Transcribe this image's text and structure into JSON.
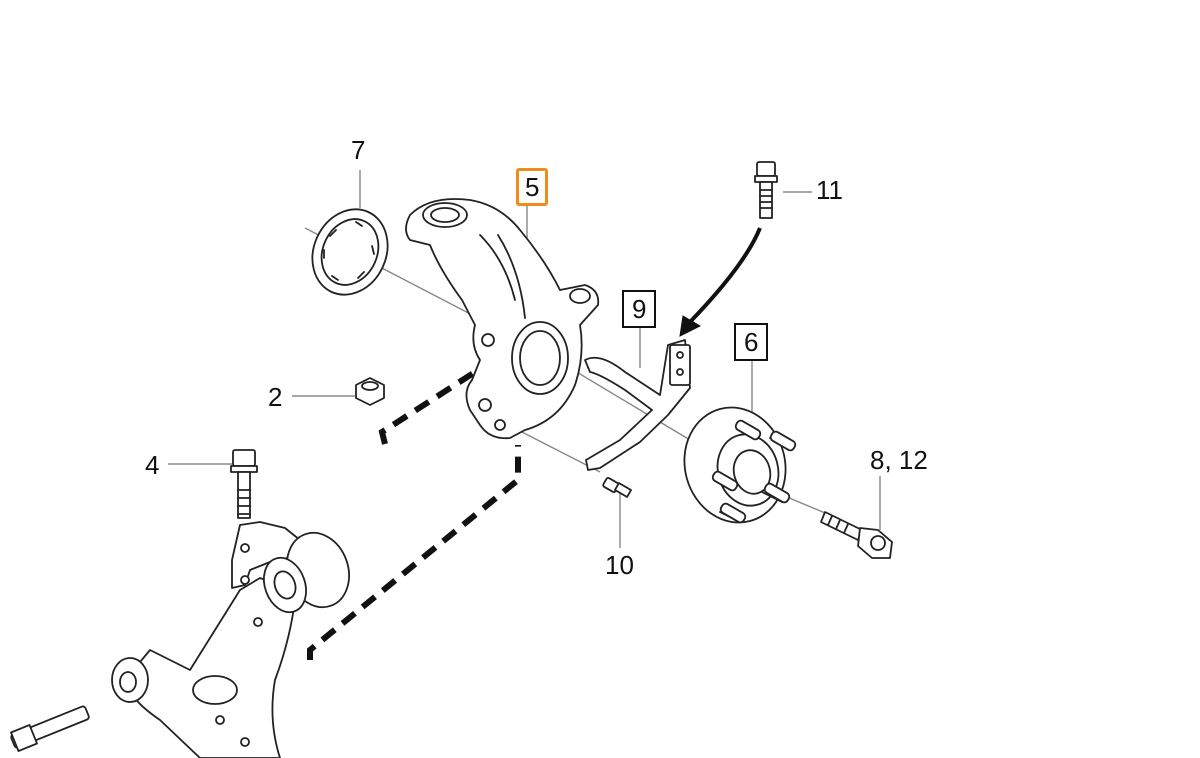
{
  "diagram": {
    "callouts": [
      {
        "id": "c7",
        "label": "7",
        "style": "plain"
      },
      {
        "id": "c5",
        "label": "5",
        "style": "highlighted"
      },
      {
        "id": "c11",
        "label": "11",
        "style": "plain"
      },
      {
        "id": "c9",
        "label": "9",
        "style": "boxed"
      },
      {
        "id": "c6",
        "label": "6",
        "style": "boxed"
      },
      {
        "id": "c2",
        "label": "2",
        "style": "plain"
      },
      {
        "id": "c4",
        "label": "4",
        "style": "plain"
      },
      {
        "id": "c8_12",
        "label": "8, 12",
        "style": "plain"
      },
      {
        "id": "c10",
        "label": "10",
        "style": "plain"
      }
    ],
    "highlight_color": "#f08c1c",
    "parts": {
      "p7": "circlip-ring",
      "p5": "steering-knuckle",
      "p11": "bolt",
      "p9": "abs-sensor-bracket",
      "p6": "wheel-hub",
      "p2": "nut",
      "p4": "bolt",
      "p8_12": "hub-bolt",
      "p10": "bracket-screw",
      "control_arm": "lower-control-arm"
    }
  }
}
